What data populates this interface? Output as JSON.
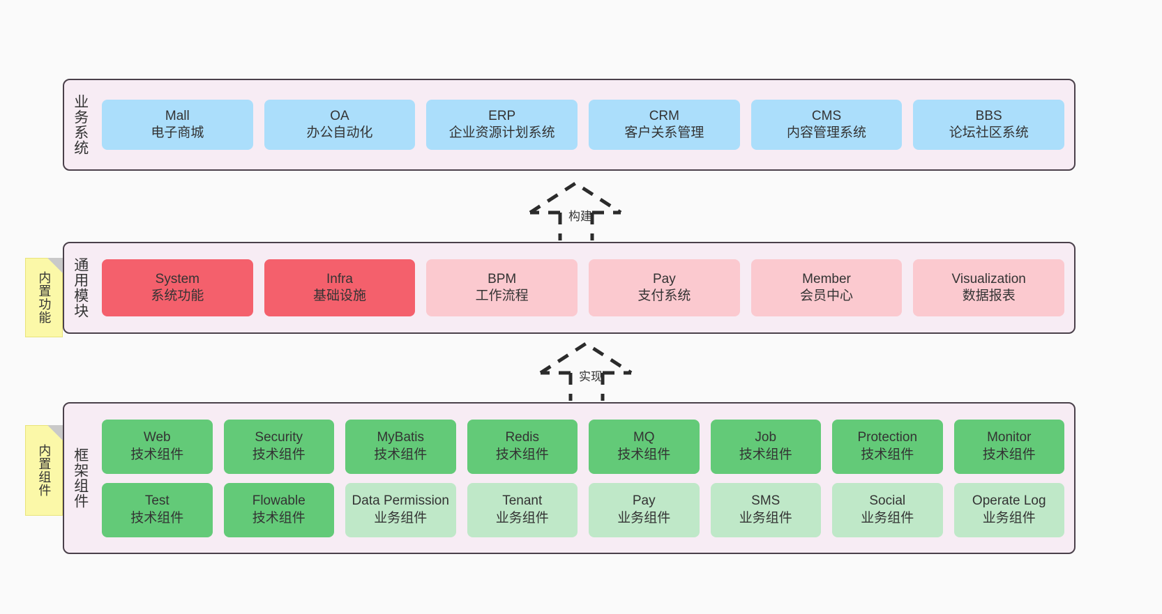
{
  "diagram": {
    "colors": {
      "panel_bg": "#f7ecf4",
      "panel_border": "#4a404a",
      "blue": "#abdefb",
      "red": "#f4606c",
      "pink": "#fbc9cf",
      "green": "#63ca78",
      "light_green": "#bfe8c8",
      "note_yellow": "#fbf8a8",
      "note_fold": "#c9c9c9",
      "canvas_bg": "#fafafa"
    },
    "layers": [
      {
        "id": "business-system",
        "title": "业务系统",
        "nodes": [
          {
            "title": "Mall",
            "sub": "电子商城",
            "color": "blue"
          },
          {
            "title": "OA",
            "sub": "办公自动化",
            "color": "blue"
          },
          {
            "title": "ERP",
            "sub": "企业资源计划系统",
            "color": "blue"
          },
          {
            "title": "CRM",
            "sub": "客户关系管理",
            "color": "blue"
          },
          {
            "title": "CMS",
            "sub": "内容管理系统",
            "color": "blue"
          },
          {
            "title": "BBS",
            "sub": "论坛社区系统",
            "color": "blue"
          }
        ]
      },
      {
        "id": "common-module",
        "title": "通用模块",
        "note": "内置功能",
        "nodes": [
          {
            "title": "System",
            "sub": "系统功能",
            "color": "red"
          },
          {
            "title": "Infra",
            "sub": "基础设施",
            "color": "red"
          },
          {
            "title": "BPM",
            "sub": "工作流程",
            "color": "pink"
          },
          {
            "title": "Pay",
            "sub": "支付系统",
            "color": "pink"
          },
          {
            "title": "Member",
            "sub": "会员中心",
            "color": "pink"
          },
          {
            "title": "Visualization",
            "sub": "数据报表",
            "color": "pink"
          }
        ]
      },
      {
        "id": "framework-component",
        "title": "框架组件",
        "note": "内置组件",
        "rows": [
          [
            {
              "title": "Web",
              "sub": "技术组件",
              "color": "green"
            },
            {
              "title": "Security",
              "sub": "技术组件",
              "color": "green"
            },
            {
              "title": "MyBatis",
              "sub": "技术组件",
              "color": "green"
            },
            {
              "title": "Redis",
              "sub": "技术组件",
              "color": "green"
            },
            {
              "title": "MQ",
              "sub": "技术组件",
              "color": "green"
            },
            {
              "title": "Job",
              "sub": "技术组件",
              "color": "green"
            },
            {
              "title": "Protection",
              "sub": "技术组件",
              "color": "green"
            },
            {
              "title": "Monitor",
              "sub": "技术组件",
              "color": "green"
            }
          ],
          [
            {
              "title": "Test",
              "sub": "技术组件",
              "color": "green"
            },
            {
              "title": "Flowable",
              "sub": "技术组件",
              "color": "green"
            },
            {
              "title": "Data Permission",
              "sub": "业务组件",
              "color": "lightgreen"
            },
            {
              "title": "Tenant",
              "sub": "业务组件",
              "color": "lightgreen"
            },
            {
              "title": "Pay",
              "sub": "业务组件",
              "color": "lightgreen"
            },
            {
              "title": "SMS",
              "sub": "业务组件",
              "color": "lightgreen"
            },
            {
              "title": "Social",
              "sub": "业务组件",
              "color": "lightgreen"
            },
            {
              "title": "Operate Log",
              "sub": "业务组件",
              "color": "lightgreen"
            }
          ]
        ]
      }
    ],
    "arrows": [
      {
        "id": "build",
        "label": "构建"
      },
      {
        "id": "implement",
        "label": "实现"
      }
    ]
  }
}
